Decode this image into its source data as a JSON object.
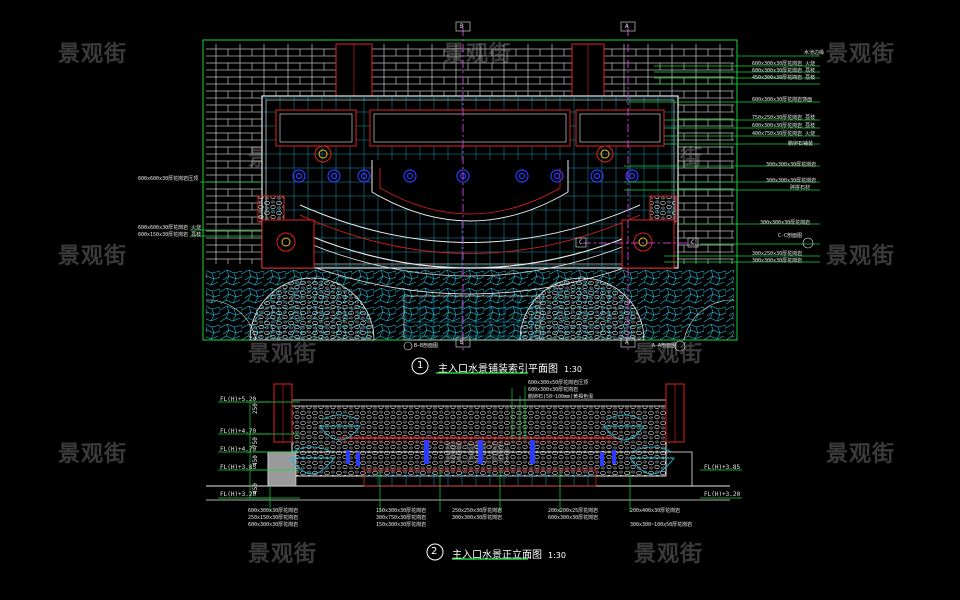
{
  "watermark": "景观街",
  "plan": {
    "number": "1",
    "title": "主入口水景铺装索引平面图",
    "scale": "1:30",
    "section_marks": [
      "B",
      "A",
      "C"
    ],
    "left_tags": [
      "600x600x30厚花岗岩压顶",
      "600x600x30厚花岗岩 火烧",
      "600x150x30厚花岗岩 荔枝"
    ],
    "right_tags": [
      "水池边缘",
      "600x300x30厚花岗岩 火烧",
      "600x300x30厚花岗岩 荔枝",
      "450x300x30厚花岗岩 荔枝",
      "600x300x30厚花岗岩饰面",
      "750x250x30厚花岗岩 荔枝",
      "600x300x30厚花岗岩 荔枝",
      "400x750x30厚花岗岩 火烧",
      "鹅卵石铺装",
      "300x300x30厚花岗岩",
      "300x300x30厚花岗岩",
      "碎拼石材",
      "300x300x30厚花岗岩",
      "C-C剖面图",
      "300x250x30厚花岗岩",
      "300x300x30厚花岗岩"
    ],
    "section_labels": [
      "B—B剖面图",
      "A—A剖面图"
    ]
  },
  "elevation": {
    "number": "2",
    "title": "主入口水景正立面图",
    "scale": "1:30",
    "levels": [
      "FL(H)+5.20",
      "FL(H)+4.70",
      "FL(H)+4.70",
      "FL(H)+3.85",
      "FL(H)+3.20",
      "FL(H)+3.85",
      "FL(H)+3.20"
    ],
    "dims": [
      "250",
      "750",
      "450",
      "450"
    ],
    "top_tags": [
      "600x300x50厚花岗岩压顶",
      "600x300x30厚花岗岩",
      "鹅卵石(50~100mm)黄褐色混"
    ],
    "bottom_tags": [
      "600x300x30厚花岗岩",
      "250x150x30厚花岗岩",
      "600x300x30厚花岗岩",
      "150x300x30厚花岗岩",
      "300x750x30厚花岗岩",
      "150x300x30厚花岗岩",
      "250x250x30厚花岗岩",
      "300x300x30厚花岗岩",
      "200x200x25厚花岗岩",
      "600x300x30厚花岗岩",
      "200x400x30厚花岗岩",
      "300x300~100x50厚花岗岩"
    ]
  }
}
